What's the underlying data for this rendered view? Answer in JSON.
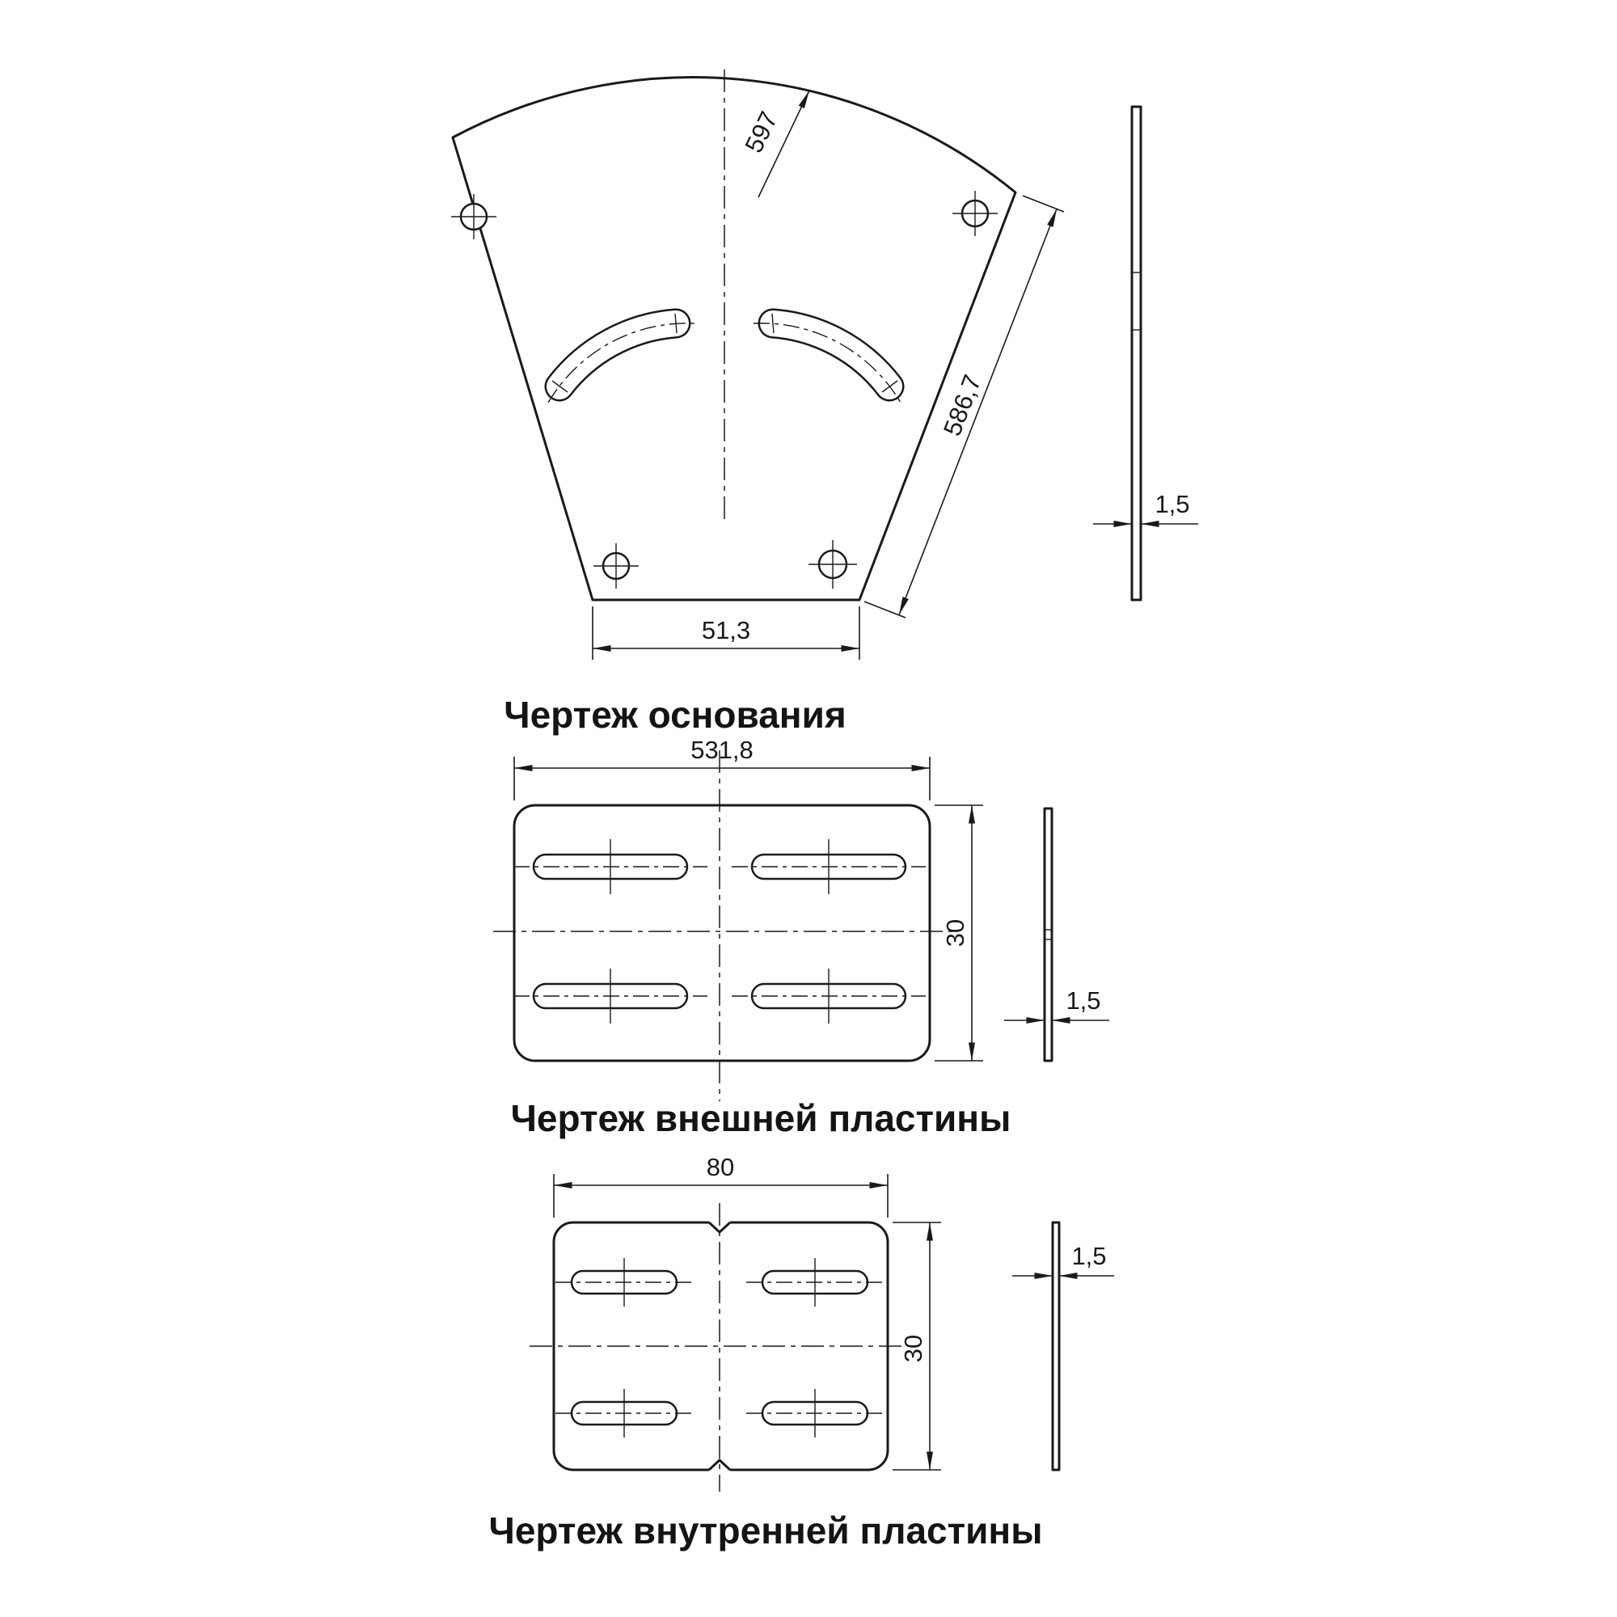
{
  "document": {
    "background": "#ffffff",
    "line_color": "#1a1a1a"
  },
  "views": {
    "base": {
      "caption": "Чертеж основания",
      "dim_radius": "597",
      "dim_side": "586,7",
      "dim_bottom_width": "51,3",
      "dim_thickness": "1,5"
    },
    "outer_plate": {
      "caption": "Чертеж внешней пластины",
      "dim_width": "531,8",
      "dim_height": "30",
      "dim_thickness": "1,5"
    },
    "inner_plate": {
      "caption": "Чертеж внутренней пластины",
      "dim_width": "80",
      "dim_height": "30",
      "dim_thickness": "1,5"
    }
  }
}
